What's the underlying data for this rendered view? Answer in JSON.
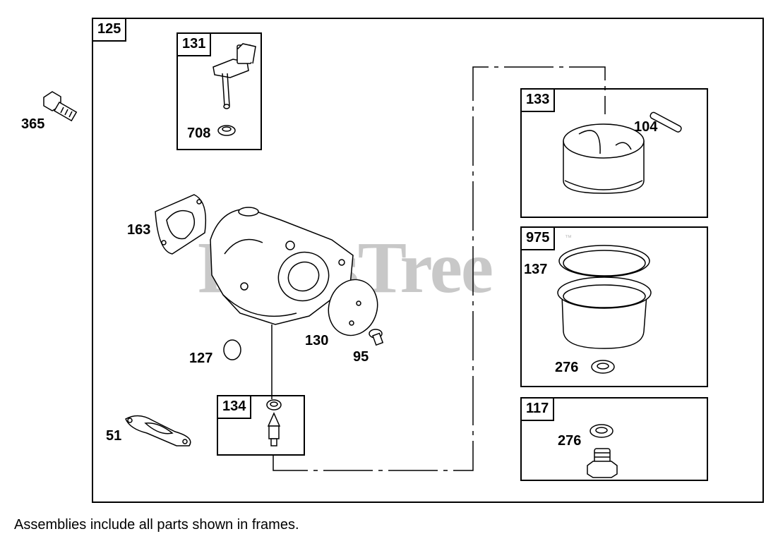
{
  "watermark": {
    "text": "PartsTree",
    "trademark": "™"
  },
  "footer": {
    "note": "Assemblies include all parts shown in frames."
  },
  "frames": {
    "main": "125",
    "f131": "131",
    "f133": "133",
    "f975": "975",
    "f117": "117",
    "f134": "134"
  },
  "labels": {
    "p365": "365",
    "p708": "708",
    "p163": "163",
    "p104": "104",
    "p137": "137",
    "p130": "130",
    "p95": "95",
    "p127": "127",
    "p276a": "276",
    "p51": "51",
    "p276b": "276"
  }
}
